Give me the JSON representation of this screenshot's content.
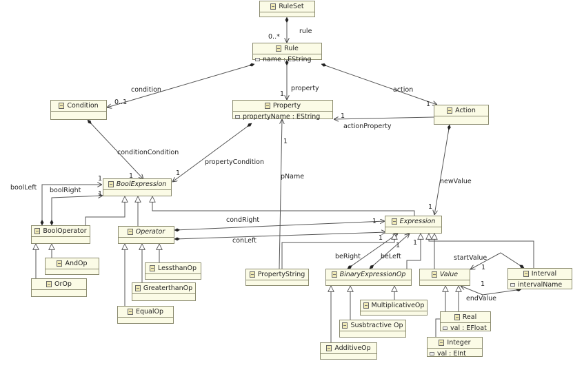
{
  "classes": {
    "ruleset": {
      "name": "RuleSet",
      "italic": false,
      "attrs": []
    },
    "rule": {
      "name": "Rule",
      "italic": false,
      "attrs": [
        "name : EString"
      ]
    },
    "condition": {
      "name": "Condition",
      "italic": false,
      "attrs": []
    },
    "property": {
      "name": "Property",
      "italic": false,
      "attrs": [
        "propertyName : EString"
      ]
    },
    "action": {
      "name": "Action",
      "italic": false,
      "attrs": []
    },
    "boolexpression": {
      "name": "BoolExpression",
      "italic": true,
      "attrs": []
    },
    "booloperator": {
      "name": "BoolOperator",
      "italic": false,
      "attrs": []
    },
    "operator": {
      "name": "Operator",
      "italic": true,
      "attrs": []
    },
    "expression": {
      "name": "Expression",
      "italic": true,
      "attrs": []
    },
    "andop": {
      "name": "AndOp",
      "italic": false,
      "attrs": []
    },
    "orop": {
      "name": "OrOp",
      "italic": false,
      "attrs": []
    },
    "lessthanop": {
      "name": "LessthanOp",
      "italic": false,
      "attrs": []
    },
    "greaterthanop": {
      "name": "GreaterthanOp",
      "italic": false,
      "attrs": []
    },
    "equalop": {
      "name": "EqualOp",
      "italic": false,
      "attrs": []
    },
    "propertystring": {
      "name": "PropertyString",
      "italic": false,
      "attrs": []
    },
    "binaryexpressionop": {
      "name": "BinaryExpressionOp",
      "italic": true,
      "attrs": []
    },
    "value": {
      "name": "Value",
      "italic": true,
      "attrs": []
    },
    "interval": {
      "name": "Interval",
      "italic": false,
      "attrs": [
        "intervalName"
      ]
    },
    "multiplicativeop": {
      "name": "MultiplicativeOp",
      "italic": false,
      "attrs": []
    },
    "subtractiveop": {
      "name": "Susbtractive Op",
      "italic": false,
      "attrs": []
    },
    "additiveop": {
      "name": "AdditiveOp",
      "italic": false,
      "attrs": []
    },
    "real": {
      "name": "Real",
      "italic": false,
      "attrs": [
        "val : EFloat"
      ]
    },
    "integer": {
      "name": "Integer",
      "italic": false,
      "attrs": [
        "val : EInt"
      ]
    }
  },
  "labels": {
    "rule_role": "rule",
    "rule_mult": "0..*",
    "condition_role": "condition",
    "condition_mult": "0..1",
    "property_role": "property",
    "property_mult": "1",
    "action_role": "action",
    "action_mult": "1",
    "actionproperty_role": "actionProperty",
    "actionproperty_mult": "1",
    "conditioncondition_role": "conditionCondition",
    "conditioncondition_mult": "1",
    "propertycondition_role": "propertyCondition",
    "propertycondition_mult": "1",
    "pname_role": "pName",
    "pname_mult": "1",
    "newvalue_role": "newValue",
    "newvalue_mult": "1",
    "boolleft_role": "boolLeft",
    "boolleft_mult": "1",
    "boolright_role": "boolRight",
    "boolright_mult": "1",
    "condright_role": "condRight",
    "condright_mult": "1",
    "conleft_role": "conLeft",
    "conleft_mult": "1",
    "beright_role": "beRight",
    "beright_mult": "1",
    "beleft_role": "beLeft",
    "beleft_mult": "1",
    "startvalue_role": "startValue",
    "startvalue_mult": "1",
    "endvalue_role": "endValue",
    "endvalue_mult": "1"
  }
}
